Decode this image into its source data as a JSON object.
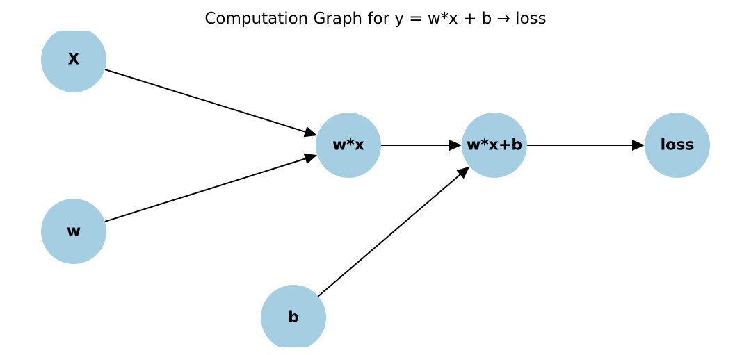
{
  "title": "Computation Graph for y = w*x + b  → loss",
  "colors": {
    "node_fill": "#a6cee3",
    "edge": "#000000",
    "text": "#000000"
  },
  "nodes": [
    {
      "id": "x",
      "label": "X"
    },
    {
      "id": "w",
      "label": "w"
    },
    {
      "id": "wx",
      "label": "w*x"
    },
    {
      "id": "b",
      "label": "b"
    },
    {
      "id": "wxb",
      "label": "w*x+b"
    },
    {
      "id": "loss",
      "label": "loss"
    }
  ],
  "edges": [
    {
      "from": "x",
      "to": "wx"
    },
    {
      "from": "w",
      "to": "wx"
    },
    {
      "from": "wx",
      "to": "wxb"
    },
    {
      "from": "b",
      "to": "wxb"
    },
    {
      "from": "wxb",
      "to": "loss"
    }
  ]
}
